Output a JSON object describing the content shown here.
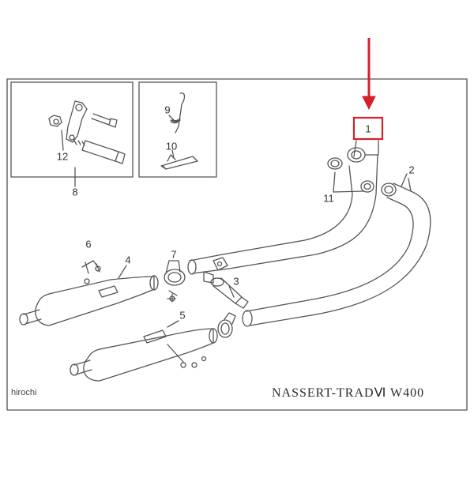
{
  "diagram": {
    "model_text": "NASSERT-TRADⅥ W400",
    "watermark": "hirochi",
    "highlight_color": "#d6202a",
    "line_color": "#555555",
    "part_numbers": [
      "1",
      "2",
      "3",
      "4",
      "5",
      "6",
      "7",
      "8",
      "9",
      "10",
      "11",
      "12"
    ]
  }
}
